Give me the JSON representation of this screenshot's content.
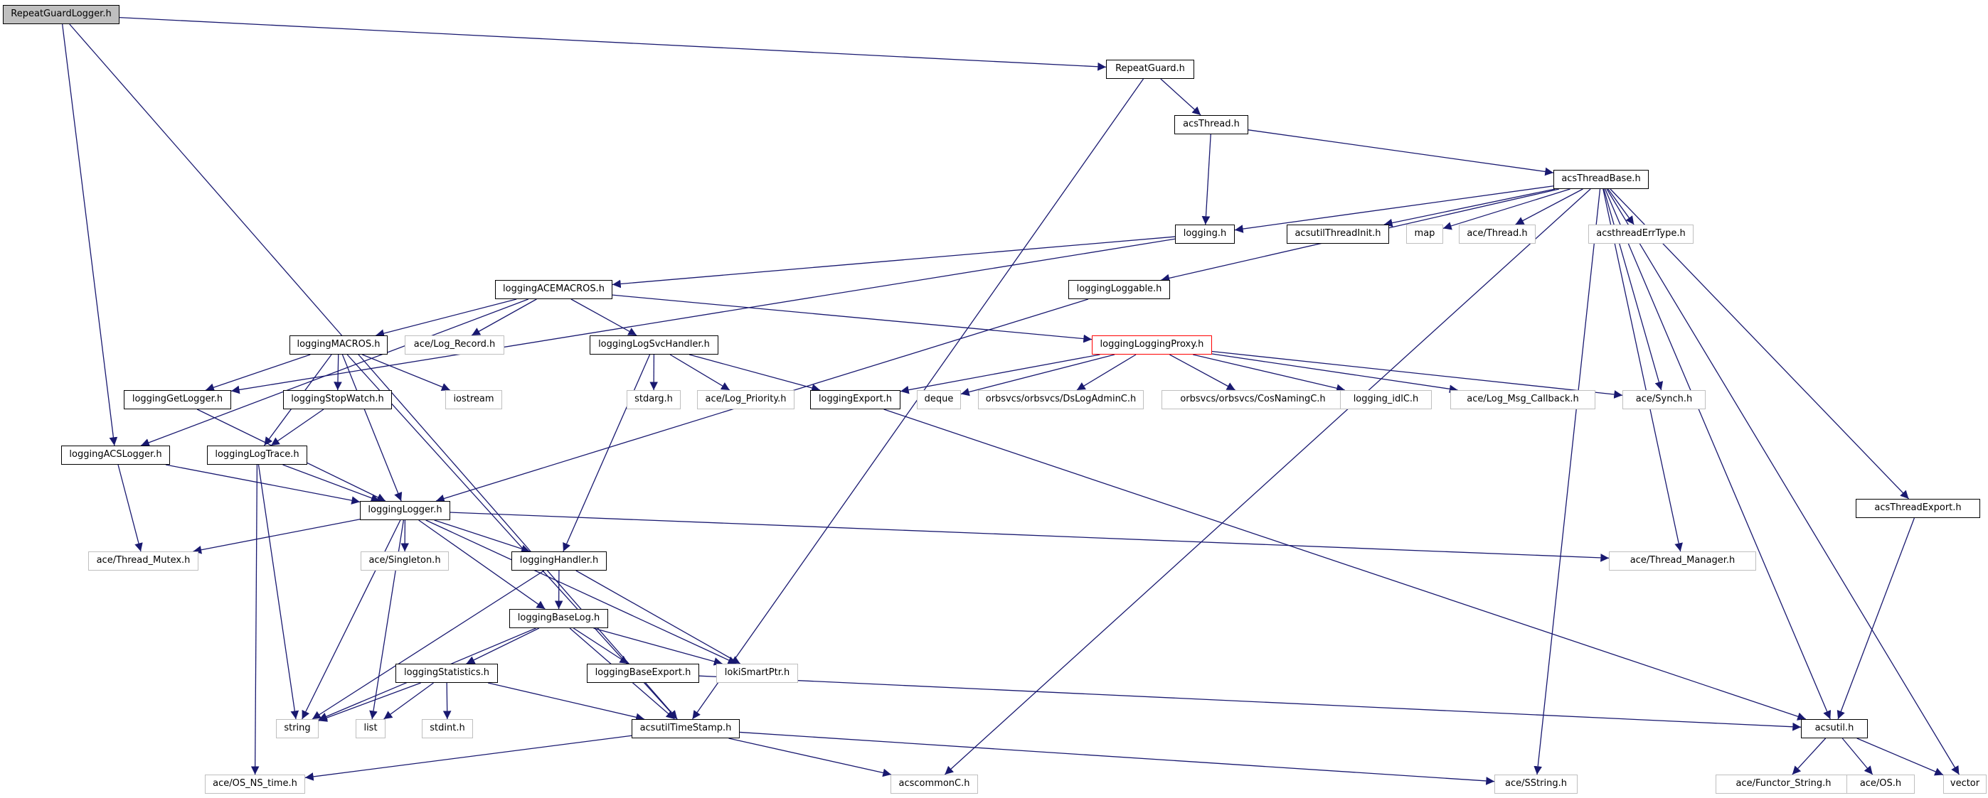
{
  "title": "Include dependency graph for RepeatGuardLogger.h",
  "colors": {
    "edge": "#191970",
    "node_border": "#000000",
    "external_border": "#bfbfbf",
    "root_fill": "#bfbfbf",
    "highlight_border": "#ff0000"
  },
  "nodes": [
    {
      "id": "RepeatGuardLogger",
      "label": "RepeatGuardLogger.h",
      "kind": "root"
    },
    {
      "id": "RepeatGuard",
      "label": "RepeatGuard.h",
      "kind": "doc"
    },
    {
      "id": "acsThread",
      "label": "acsThread.h",
      "kind": "doc"
    },
    {
      "id": "acsThreadBase",
      "label": "acsThreadBase.h",
      "kind": "doc"
    },
    {
      "id": "logging",
      "label": "logging.h",
      "kind": "doc"
    },
    {
      "id": "acsutilThreadInit",
      "label": "acsutilThreadInit.h",
      "kind": "doc"
    },
    {
      "id": "map",
      "label": "map",
      "kind": "ext"
    },
    {
      "id": "aceThread",
      "label": "ace/Thread.h",
      "kind": "ext"
    },
    {
      "id": "acsthreadErrType",
      "label": "acsthreadErrType.h",
      "kind": "ext"
    },
    {
      "id": "loggingLoggable",
      "label": "loggingLoggable.h",
      "kind": "doc"
    },
    {
      "id": "loggingACEMACROS",
      "label": "loggingACEMACROS.h",
      "kind": "doc"
    },
    {
      "id": "loggingMACROS",
      "label": "loggingMACROS.h",
      "kind": "doc"
    },
    {
      "id": "aceLogRecord",
      "label": "ace/Log_Record.h",
      "kind": "ext"
    },
    {
      "id": "loggingLogSvcHandler",
      "label": "loggingLogSvcHandler.h",
      "kind": "doc"
    },
    {
      "id": "loggingLoggingProxy",
      "label": "loggingLoggingProxy.h",
      "kind": "red"
    },
    {
      "id": "loggingGetLogger",
      "label": "loggingGetLogger.h",
      "kind": "doc"
    },
    {
      "id": "loggingStopWatch",
      "label": "loggingStopWatch.h",
      "kind": "doc"
    },
    {
      "id": "iostream",
      "label": "iostream",
      "kind": "ext"
    },
    {
      "id": "stdarg",
      "label": "stdarg.h",
      "kind": "ext"
    },
    {
      "id": "aceLogPriority",
      "label": "ace/Log_Priority.h",
      "kind": "ext"
    },
    {
      "id": "loggingExport",
      "label": "loggingExport.h",
      "kind": "doc"
    },
    {
      "id": "deque",
      "label": "deque",
      "kind": "ext"
    },
    {
      "id": "dsLogAdmin",
      "label": "orbsvcs/orbsvcs/DsLogAdminC.h",
      "kind": "ext"
    },
    {
      "id": "cosNaming",
      "label": "orbsvcs/orbsvcs/CosNamingC.h",
      "kind": "ext"
    },
    {
      "id": "loggingIdl",
      "label": "logging_idlC.h",
      "kind": "ext"
    },
    {
      "id": "aceLogMsgCallback",
      "label": "ace/Log_Msg_Callback.h",
      "kind": "ext"
    },
    {
      "id": "aceSynch",
      "label": "ace/Synch.h",
      "kind": "ext"
    },
    {
      "id": "loggingACSLogger",
      "label": "loggingACSLogger.h",
      "kind": "doc"
    },
    {
      "id": "loggingLogTrace",
      "label": "loggingLogTrace.h",
      "kind": "doc"
    },
    {
      "id": "loggingLogger",
      "label": "loggingLogger.h",
      "kind": "doc"
    },
    {
      "id": "acsThreadExport",
      "label": "acsThreadExport.h",
      "kind": "doc"
    },
    {
      "id": "aceThreadMutex",
      "label": "ace/Thread_Mutex.h",
      "kind": "ext"
    },
    {
      "id": "aceSingleton",
      "label": "ace/Singleton.h",
      "kind": "ext"
    },
    {
      "id": "loggingHandler",
      "label": "loggingHandler.h",
      "kind": "doc"
    },
    {
      "id": "aceThreadManager",
      "label": "ace/Thread_Manager.h",
      "kind": "ext"
    },
    {
      "id": "loggingBaseLog",
      "label": "loggingBaseLog.h",
      "kind": "doc"
    },
    {
      "id": "loggingStatistics",
      "label": "loggingStatistics.h",
      "kind": "doc"
    },
    {
      "id": "loggingBaseExport",
      "label": "loggingBaseExport.h",
      "kind": "doc"
    },
    {
      "id": "lokiSmartPtr",
      "label": "lokiSmartPtr.h",
      "kind": "ext"
    },
    {
      "id": "string",
      "label": "string",
      "kind": "ext"
    },
    {
      "id": "list",
      "label": "list",
      "kind": "ext"
    },
    {
      "id": "stdint",
      "label": "stdint.h",
      "kind": "ext"
    },
    {
      "id": "acsutilTimeStamp",
      "label": "acsutilTimeStamp.h",
      "kind": "doc"
    },
    {
      "id": "acsutil",
      "label": "acsutil.h",
      "kind": "doc"
    },
    {
      "id": "aceOSNStime",
      "label": "ace/OS_NS_time.h",
      "kind": "ext"
    },
    {
      "id": "acscommonC",
      "label": "acscommonC.h",
      "kind": "ext"
    },
    {
      "id": "aceSString",
      "label": "ace/SString.h",
      "kind": "ext"
    },
    {
      "id": "aceFunctorString",
      "label": "ace/Functor_String.h",
      "kind": "ext"
    },
    {
      "id": "aceOS",
      "label": "ace/OS.h",
      "kind": "ext"
    },
    {
      "id": "vector",
      "label": "vector",
      "kind": "ext"
    }
  ],
  "edges": [
    [
      "RepeatGuardLogger",
      "RepeatGuard"
    ],
    [
      "RepeatGuardLogger",
      "loggingACSLogger"
    ],
    [
      "RepeatGuardLogger",
      "acsutilTimeStamp"
    ],
    [
      "RepeatGuard",
      "acsThread"
    ],
    [
      "RepeatGuard",
      "acsutilTimeStamp"
    ],
    [
      "acsThread",
      "acsThreadBase"
    ],
    [
      "acsThread",
      "logging"
    ],
    [
      "acsThreadBase",
      "logging"
    ],
    [
      "acsThreadBase",
      "acsutilThreadInit"
    ],
    [
      "acsThreadBase",
      "map"
    ],
    [
      "acsThreadBase",
      "aceThread"
    ],
    [
      "acsThreadBase",
      "acsthreadErrType"
    ],
    [
      "acsThreadBase",
      "loggingLoggable"
    ],
    [
      "acsThreadBase",
      "aceSynch"
    ],
    [
      "acsThreadBase",
      "aceThreadManager"
    ],
    [
      "acsThreadBase",
      "acscommonC"
    ],
    [
      "acsThreadBase",
      "aceSString"
    ],
    [
      "acsThreadBase",
      "acsutil"
    ],
    [
      "acsThreadBase",
      "acsThreadExport"
    ],
    [
      "acsThreadBase",
      "vector"
    ],
    [
      "logging",
      "loggingACEMACROS"
    ],
    [
      "logging",
      "loggingGetLogger"
    ],
    [
      "loggingLoggable",
      "loggingLogger"
    ],
    [
      "loggingACEMACROS",
      "loggingMACROS"
    ],
    [
      "loggingACEMACROS",
      "aceLogRecord"
    ],
    [
      "loggingACEMACROS",
      "loggingLogSvcHandler"
    ],
    [
      "loggingACEMACROS",
      "loggingLoggingProxy"
    ],
    [
      "loggingACEMACROS",
      "loggingACSLogger"
    ],
    [
      "loggingMACROS",
      "loggingGetLogger"
    ],
    [
      "loggingMACROS",
      "loggingStopWatch"
    ],
    [
      "loggingMACROS",
      "iostream"
    ],
    [
      "loggingMACROS",
      "loggingLogTrace"
    ],
    [
      "loggingMACROS",
      "loggingLogger"
    ],
    [
      "loggingMACROS",
      "acsutilTimeStamp"
    ],
    [
      "loggingLogSvcHandler",
      "stdarg"
    ],
    [
      "loggingLogSvcHandler",
      "aceLogPriority"
    ],
    [
      "loggingLogSvcHandler",
      "loggingExport"
    ],
    [
      "loggingLogSvcHandler",
      "loggingHandler"
    ],
    [
      "loggingLoggingProxy",
      "loggingExport"
    ],
    [
      "loggingLoggingProxy",
      "deque"
    ],
    [
      "loggingLoggingProxy",
      "dsLogAdmin"
    ],
    [
      "loggingLoggingProxy",
      "cosNaming"
    ],
    [
      "loggingLoggingProxy",
      "loggingIdl"
    ],
    [
      "loggingLoggingProxy",
      "aceLogMsgCallback"
    ],
    [
      "loggingLoggingProxy",
      "aceSynch"
    ],
    [
      "loggingExport",
      "acsutil"
    ],
    [
      "loggingGetLogger",
      "loggingLogger"
    ],
    [
      "loggingStopWatch",
      "loggingLogTrace"
    ],
    [
      "loggingACSLogger",
      "loggingLogger"
    ],
    [
      "loggingACSLogger",
      "aceThreadMutex"
    ],
    [
      "loggingLogTrace",
      "loggingLogger"
    ],
    [
      "loggingLogTrace",
      "string"
    ],
    [
      "loggingLogTrace",
      "aceOSNStime"
    ],
    [
      "loggingLogger",
      "aceThreadMutex"
    ],
    [
      "loggingLogger",
      "aceSingleton"
    ],
    [
      "loggingLogger",
      "loggingHandler"
    ],
    [
      "loggingLogger",
      "loggingBaseLog"
    ],
    [
      "loggingLogger",
      "lokiSmartPtr"
    ],
    [
      "loggingLogger",
      "string"
    ],
    [
      "loggingLogger",
      "list"
    ],
    [
      "loggingLogger",
      "aceThreadManager"
    ],
    [
      "loggingHandler",
      "loggingBaseLog"
    ],
    [
      "loggingHandler",
      "lokiSmartPtr"
    ],
    [
      "loggingHandler",
      "string"
    ],
    [
      "loggingBaseLog",
      "loggingStatistics"
    ],
    [
      "loggingBaseLog",
      "loggingBaseExport"
    ],
    [
      "loggingBaseLog",
      "lokiSmartPtr"
    ],
    [
      "loggingBaseLog",
      "string"
    ],
    [
      "loggingBaseLog",
      "acsutilTimeStamp"
    ],
    [
      "loggingStatistics",
      "string"
    ],
    [
      "loggingStatistics",
      "list"
    ],
    [
      "loggingStatistics",
      "stdint"
    ],
    [
      "loggingStatistics",
      "acsutilTimeStamp"
    ],
    [
      "loggingBaseExport",
      "acsutil"
    ],
    [
      "acsThreadExport",
      "acsutil"
    ],
    [
      "acsutilTimeStamp",
      "aceOSNStime"
    ],
    [
      "acsutilTimeStamp",
      "acscommonC"
    ],
    [
      "acsutilTimeStamp",
      "aceSString"
    ],
    [
      "acsutil",
      "aceFunctorString"
    ],
    [
      "acsutil",
      "aceOS"
    ],
    [
      "acsutil",
      "vector"
    ]
  ]
}
